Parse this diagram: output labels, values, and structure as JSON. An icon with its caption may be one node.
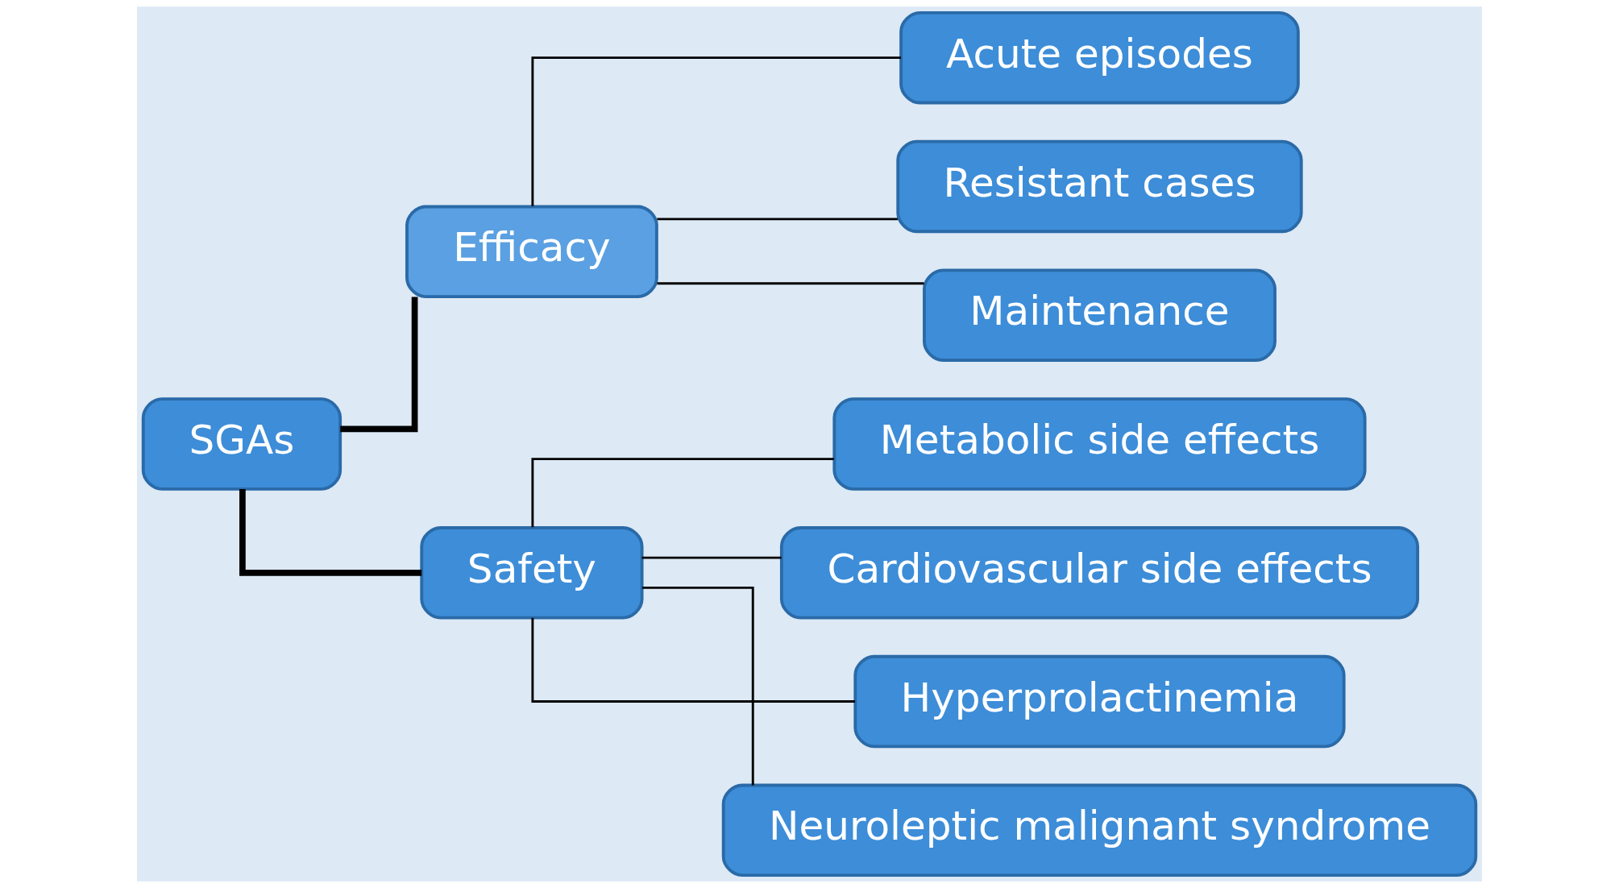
{
  "diagram": {
    "nodes": [
      {
        "text": [
          "SGAs"
        ]
      },
      {
        "text": [
          "Efficacy"
        ]
      },
      {
        "text": [
          "Safety"
        ]
      },
      {
        "text": [
          "Acute episodes"
        ]
      },
      {
        "text": [
          "Resistant cases"
        ]
      },
      {
        "text": [
          "Maintenance"
        ]
      },
      {
        "text": [
          "Metabolic side effects"
        ]
      },
      {
        "text": [
          "Cardiovascular side effects"
        ]
      },
      {
        "text": [
          "Hyperprolactinemia"
        ]
      },
      {
        "text": [
          "Neuroleptic malignant syndrome"
        ]
      }
    ],
    "edges": [
      {
        "from": 0,
        "to": 1,
        "arrow": "none",
        "style": "thick"
      },
      {
        "from": 0,
        "to": 2,
        "arrow": "none",
        "style": "thick"
      },
      {
        "from": 1,
        "to": 3,
        "arrow": "none"
      },
      {
        "from": 1,
        "to": 4,
        "arrow": "none"
      },
      {
        "from": 1,
        "to": 5,
        "arrow": "none"
      },
      {
        "from": 2,
        "to": 6,
        "arrow": "none"
      },
      {
        "from": 2,
        "to": 7,
        "arrow": "none"
      },
      {
        "from": 2,
        "to": 8,
        "arrow": "none"
      },
      {
        "from": 2,
        "to": 9,
        "arrow": "none"
      }
    ]
  }
}
